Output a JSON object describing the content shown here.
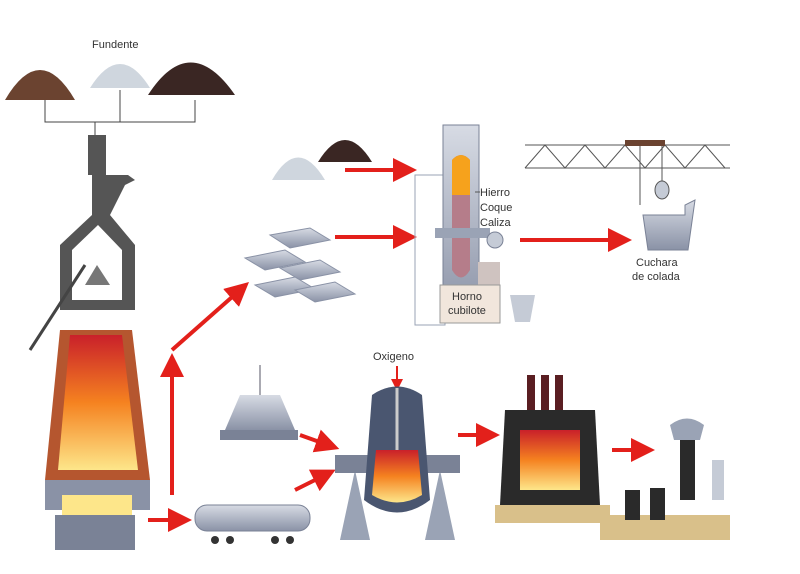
{
  "labels": {
    "flux": "Fundente",
    "iron": "Hierro",
    "coke": "Coque",
    "limestone": "Caliza",
    "cupola_line1": "Horno",
    "cupola_line2": "cubilote",
    "ladle_line1": "Cuchara",
    "ladle_line2": "de colada",
    "oxygen": "Oxigeno"
  },
  "colors": {
    "arrow": "#e3201b",
    "furnace_hot": "#f6a21c",
    "steel": "#9aa3b5",
    "ore": "#5a3a2a",
    "coal": "#3a2623"
  }
}
